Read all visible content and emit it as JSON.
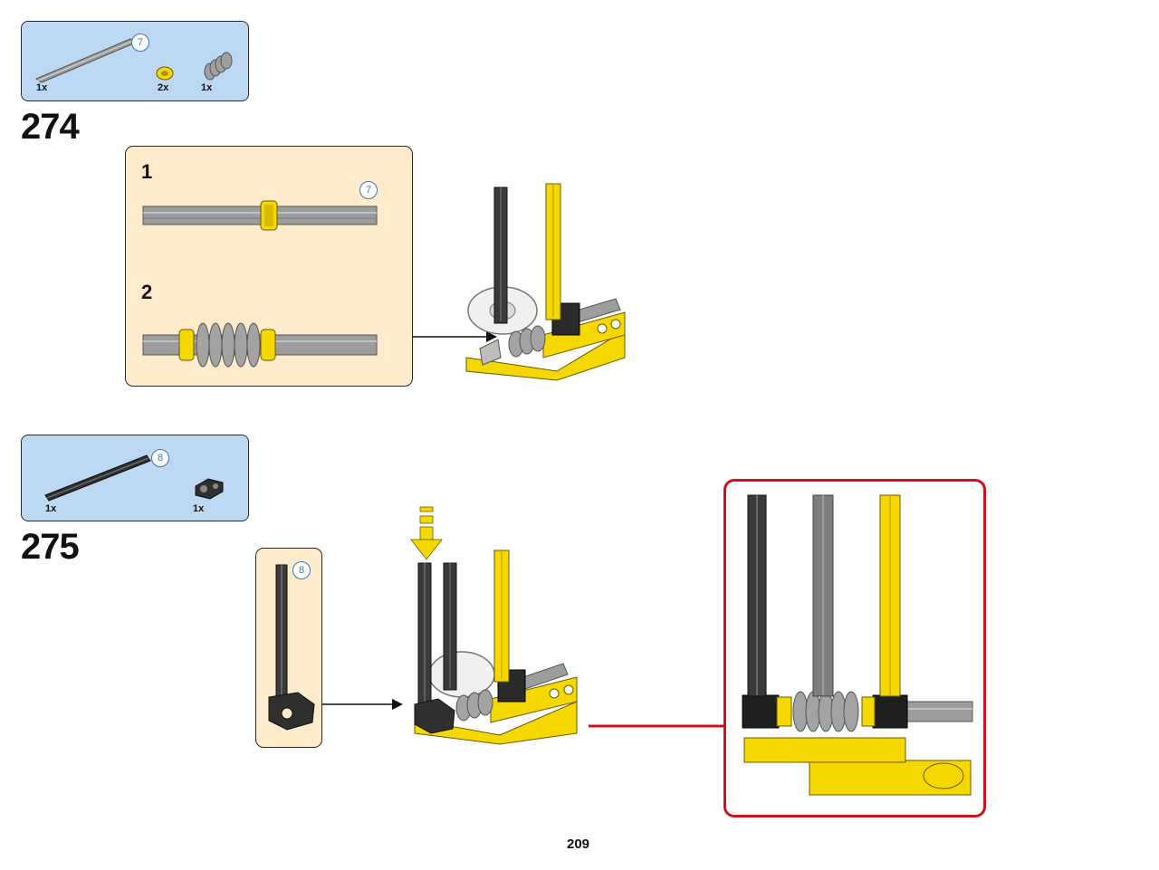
{
  "page_number": "209",
  "steps": [
    {
      "number": "274",
      "parts": [
        {
          "name": "grey axle",
          "qty": "1x",
          "length_badge": "7"
        },
        {
          "name": "yellow bush",
          "qty": "2x"
        },
        {
          "name": "worm gear",
          "qty": "1x"
        }
      ],
      "subassembly": {
        "step1": {
          "number": "1",
          "length_badge": "7"
        },
        "step2": {
          "number": "2"
        }
      }
    },
    {
      "number": "275",
      "parts": [
        {
          "name": "black axle",
          "qty": "1x",
          "length_badge": "8"
        },
        {
          "name": "black connector",
          "qty": "1x"
        }
      ],
      "subassembly": {
        "length_badge": "8"
      }
    }
  ],
  "colors": {
    "parts_bg": "#bcd8f2",
    "sub_bg": "#fdebcc",
    "callout_red": "#d0101c",
    "lego_yellow": "#f5d800"
  }
}
